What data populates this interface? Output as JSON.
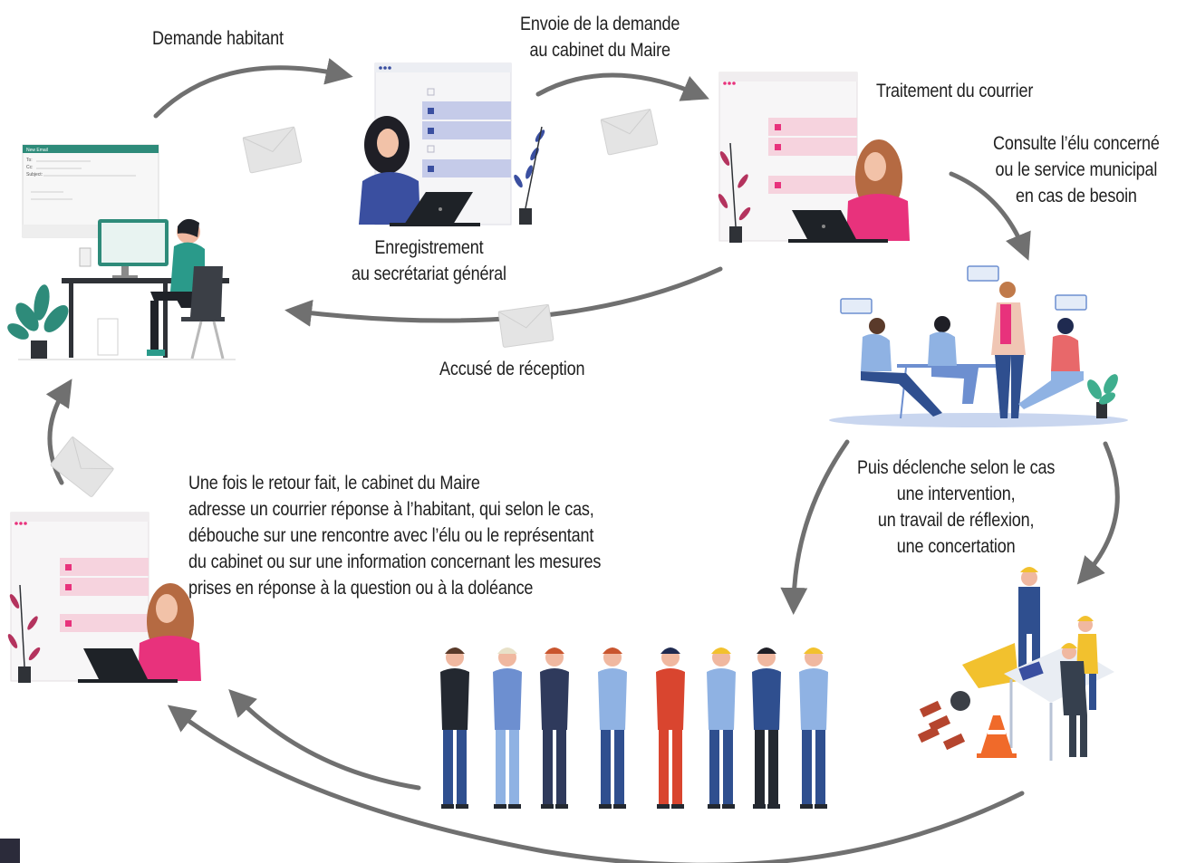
{
  "labels": {
    "demande": "Demande habitant",
    "envoie": [
      "Envoie de la demande",
      "au cabinet du Maire"
    ],
    "traitement": "Traitement du courrier",
    "consulte": [
      "Consulte l’élu concerné",
      "ou le service municipal",
      "en cas de besoin"
    ],
    "enregistrement": [
      "Enregistrement",
      "au secrétariat général"
    ],
    "accuse": "Accusé de réception",
    "puis": [
      "Puis déclenche selon le cas",
      "une intervention,",
      "un travail de réflexion,",
      "une concertation"
    ],
    "retour": [
      "Une fois le retour fait, le cabinet du Maire",
      "adresse un courrier réponse à l’habitant, qui selon le cas,",
      "débouche sur une rencontre avec l’élu ou le représentant",
      "du cabinet ou sur une information concernant les mesures",
      "prises en réponse à la question ou à la doléance"
    ]
  },
  "email_form": {
    "title": "New Email",
    "to": "To:",
    "cc": "Cc:",
    "subject": "Subject:"
  },
  "colors": {
    "arrow": "#707070",
    "pink": "#e8327c",
    "blue": "#3a4fa0",
    "teal": "#2e8b7a",
    "envelope": "#e3e3e3"
  }
}
